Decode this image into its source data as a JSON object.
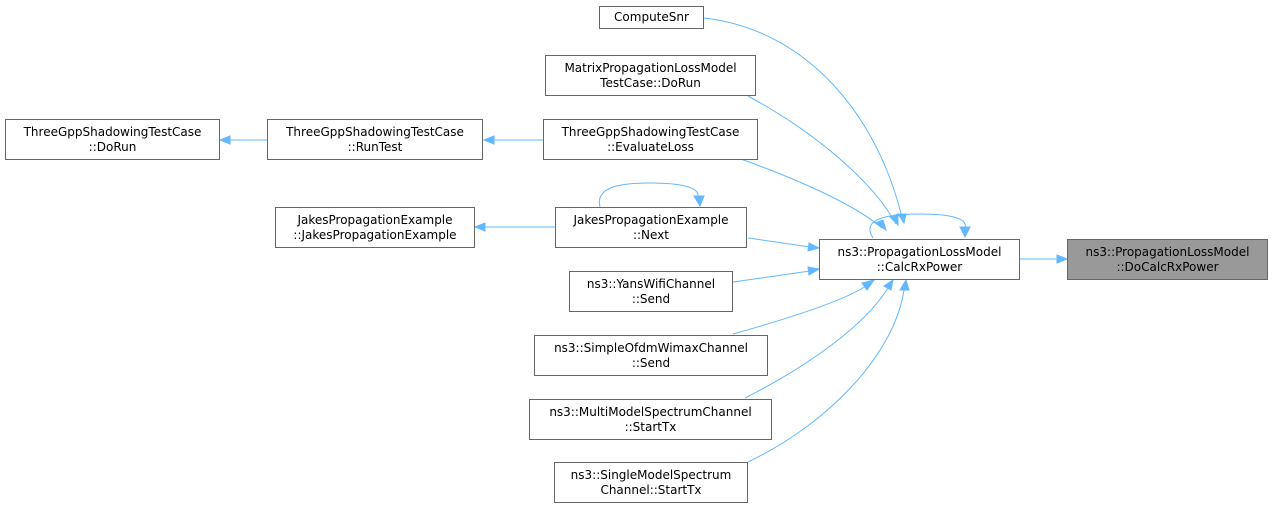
{
  "diagram": {
    "nodes": {
      "compute_snr": {
        "lines": [
          "ComputeSnr"
        ]
      },
      "matrix_test_dorun": {
        "lines": [
          "MatrixPropagationLossModel",
          "TestCase::DoRun"
        ]
      },
      "threegpp_dorun": {
        "lines": [
          "ThreeGppShadowingTestCase",
          "::DoRun"
        ]
      },
      "threegpp_runtest": {
        "lines": [
          "ThreeGppShadowingTestCase",
          "::RunTest"
        ]
      },
      "threegpp_evaluateloss": {
        "lines": [
          "ThreeGppShadowingTestCase",
          "::EvaluateLoss"
        ]
      },
      "jakes_ctor": {
        "lines": [
          "JakesPropagationExample",
          "::JakesPropagationExample"
        ]
      },
      "jakes_next": {
        "lines": [
          "JakesPropagationExample",
          "::Next"
        ]
      },
      "calc_rx_power": {
        "lines": [
          "ns3::PropagationLossModel",
          "::CalcRxPower"
        ]
      },
      "do_calc_rx_power": {
        "lines": [
          "ns3::PropagationLossModel",
          "::DoCalcRxPower"
        ]
      },
      "yans_send": {
        "lines": [
          "ns3::YansWifiChannel",
          "::Send"
        ]
      },
      "ofdm_send": {
        "lines": [
          "ns3::SimpleOfdmWimaxChannel",
          "::Send"
        ]
      },
      "multimodel_starttx": {
        "lines": [
          "ns3::MultiModelSpectrumChannel",
          "::StartTx"
        ]
      },
      "singlemodel_starttx": {
        "lines": [
          "ns3::SingleModelSpectrum",
          "Channel::StartTx"
        ]
      }
    },
    "edge_color": "#63b8ff",
    "focus_fill": "#999999",
    "border_color": "#666666"
  }
}
